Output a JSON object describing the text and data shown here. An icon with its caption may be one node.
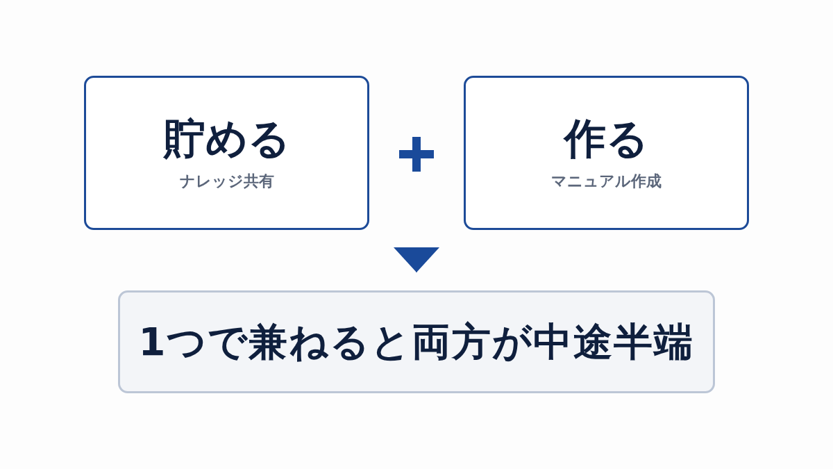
{
  "diagram": {
    "nodes": [
      {
        "text": [
          "貯める",
          "ナレッジ共有"
        ]
      },
      {
        "text": [
          "作る",
          "マニュアル作成"
        ]
      },
      {
        "text": [
          "1つで兼ねると両方が中途半端"
        ]
      }
    ],
    "edges": [
      {
        "from": null,
        "to": 2,
        "arrow": "to"
      }
    ]
  }
}
